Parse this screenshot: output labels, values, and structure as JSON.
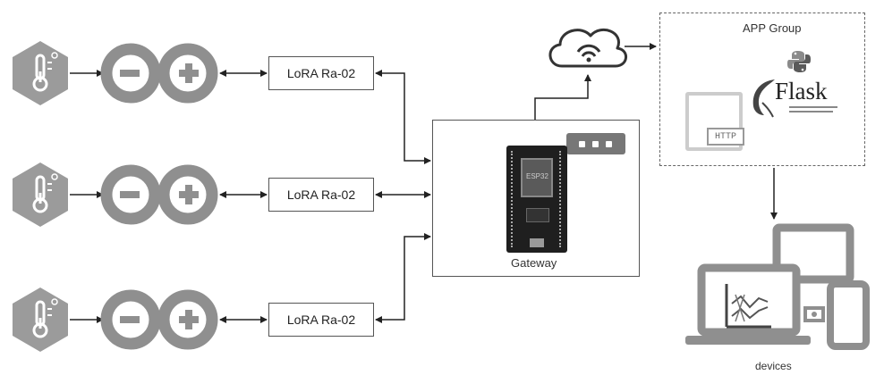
{
  "nodes": {
    "lora_1": "LoRA Ra-02",
    "lora_2": "LoRA Ra-02",
    "lora_3": "LoRA Ra-02",
    "gateway": "Gateway",
    "app_group": "APP Group",
    "http": "HTTP",
    "flask": "Flask",
    "esp_chip": "ESP32",
    "devices": "devices"
  },
  "colors": {
    "sensor_fill": "#9b9b9b",
    "arduino_fill": "#8f8f8f",
    "line": "#222222",
    "box_border": "#555555",
    "board_fill": "#1f1f1f"
  },
  "icons": [
    "thermometer-icon",
    "arduino-icon",
    "cloud-wifi-icon",
    "python-icon",
    "flask-logo",
    "http-icon",
    "esp32-board-icon",
    "laptop-icon",
    "monitor-icon",
    "phone-icon",
    "chart-icon"
  ]
}
